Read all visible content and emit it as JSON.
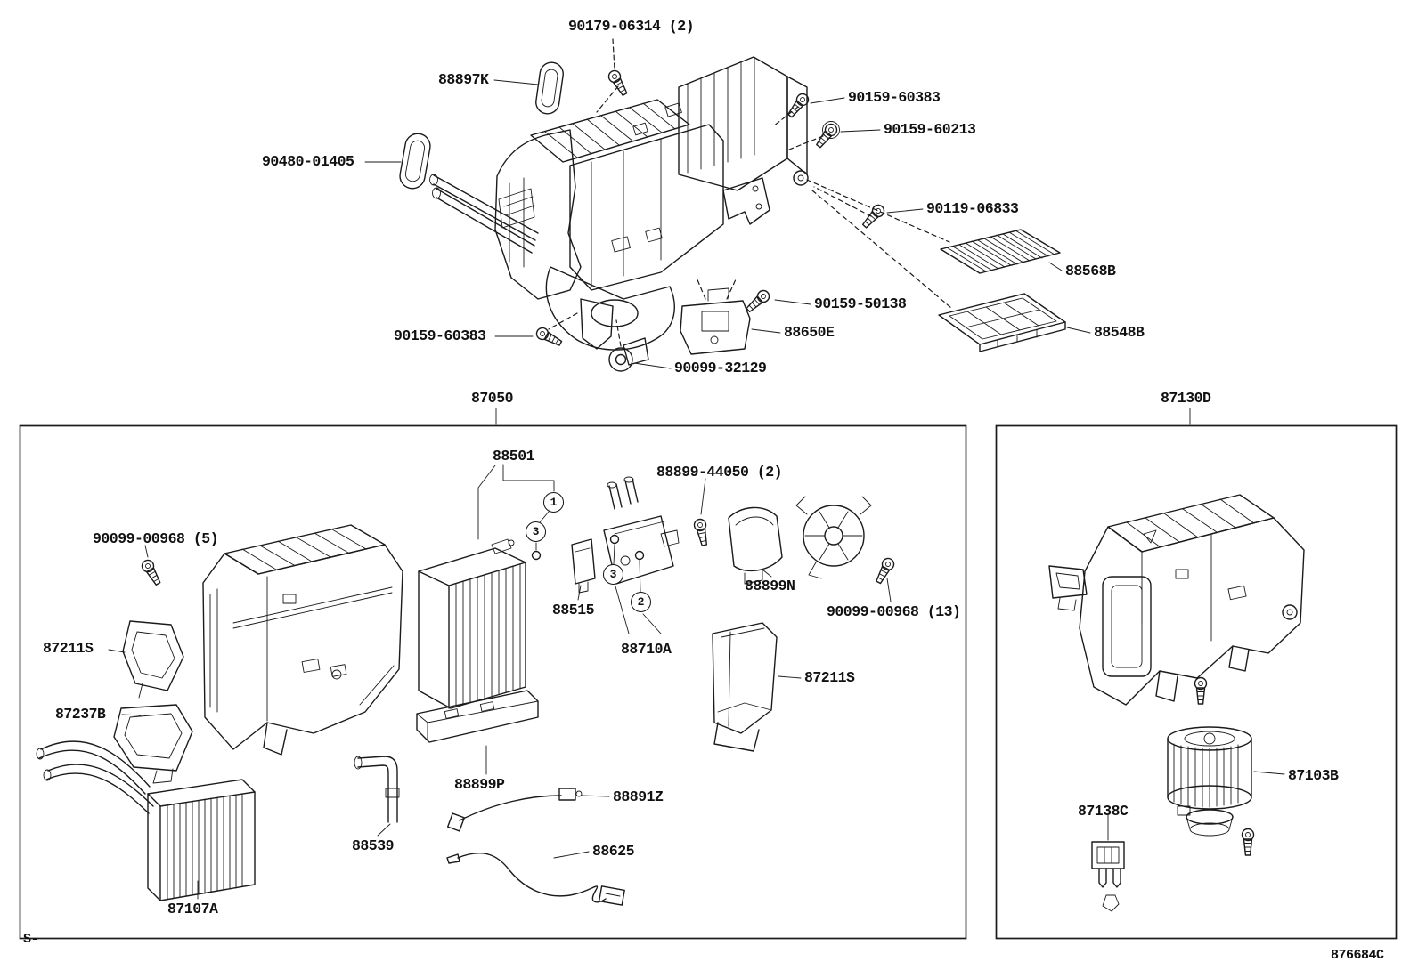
{
  "meta": {
    "ink_color": "#1b1b1b",
    "background_color": "#ffffff"
  },
  "assemblies": {
    "left_box_title": "87050",
    "right_box_title": "87130D"
  },
  "footer": {
    "left_code": "S-",
    "right_code": "876684C"
  },
  "circled_refs": [
    "1",
    "3",
    "3",
    "2"
  ],
  "callouts": [
    {
      "part": "90179-06314 (2)"
    },
    {
      "part": "88897K"
    },
    {
      "part": "90159-60383"
    },
    {
      "part": "90159-60213"
    },
    {
      "part": "90480-01405"
    },
    {
      "part": "90119-06833"
    },
    {
      "part": "88568B"
    },
    {
      "part": "90159-50138"
    },
    {
      "part": "88650E"
    },
    {
      "part": "88548B"
    },
    {
      "part": "90159-60383"
    },
    {
      "part": "90099-32129"
    },
    {
      "part": "88501"
    },
    {
      "part": "88899-44050 (2)"
    },
    {
      "part": "90099-00968 (5)"
    },
    {
      "part": "88515"
    },
    {
      "part": "88899N"
    },
    {
      "part": "90099-00968 (13)"
    },
    {
      "part": "87211S"
    },
    {
      "part": "88710A"
    },
    {
      "part": "87211S"
    },
    {
      "part": "87237B"
    },
    {
      "part": "88899P"
    },
    {
      "part": "88891Z"
    },
    {
      "part": "88539"
    },
    {
      "part": "88625"
    },
    {
      "part": "87107A"
    },
    {
      "part": "87103B"
    },
    {
      "part": "87138C"
    }
  ]
}
